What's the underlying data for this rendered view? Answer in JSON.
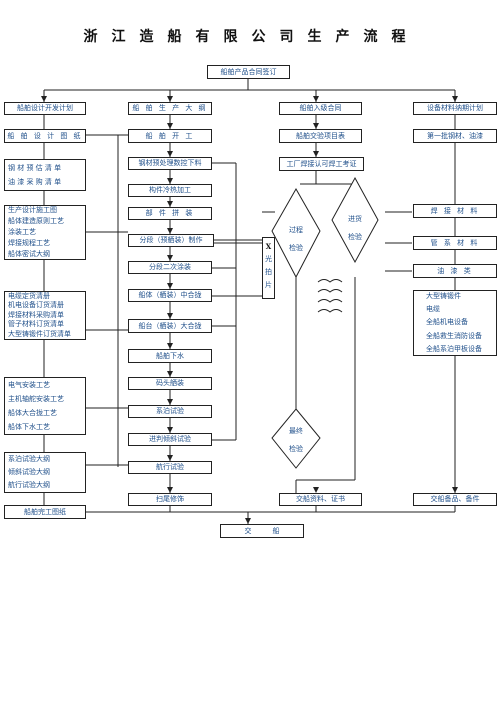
{
  "title": "浙江造船有限公司生产流程",
  "top": "船舶产品合同签订",
  "col1": {
    "a": "船舶设计开发计划",
    "b": "船 舶 设 计 图 纸",
    "c": [
      "钢 材 预 估 清 单",
      "油 漆 采 购 清 单"
    ],
    "d": [
      "生产设计施工图",
      "船体建造原则工艺",
      "涂装工艺",
      "焊接规程工艺",
      "船体密试大纲"
    ],
    "e": [
      "电缆定货清册",
      "机电设备订货清册",
      "焊接材料采购清单",
      "管子材料订货清单",
      "大型铸锻件订货清单"
    ],
    "f": [
      "电气安装工艺",
      "主机轴舵安装工艺",
      "船体大合拢工艺",
      "船体下水工艺"
    ],
    "g": [
      "系泊试验大纲",
      "倾斜试验大纲",
      "航行试验大纲"
    ],
    "h": "船舶完工图纸"
  },
  "col2": {
    "a": "船 舶 生 产 大 纲",
    "b": "船 舶 开 工",
    "c": "钢材预处理数控下料",
    "d": "构件冷热加工",
    "e": "部 件 拼 装",
    "f": "分段（预舾装）制作",
    "g": "分段二次涂装",
    "h": "船体（舾装）中合拢",
    "i": "船台（舾装）大合拢",
    "j": "船舶下水",
    "k": "码头舾装",
    "l": "系泊试验",
    "m": "进判倾斜试验",
    "n": "航行试验",
    "o": "扫尾修饰"
  },
  "xray": [
    "X",
    "光",
    "拍",
    "片"
  ],
  "col3": {
    "a": "船舶入级合同",
    "b": "船舶交验项目表",
    "c": "工厂焊接认可焊工考证",
    "process": [
      "过程",
      "检验"
    ],
    "incoming": [
      "进货",
      "检验"
    ],
    "final": [
      "最终",
      "检验"
    ],
    "d": "交船资料、证书"
  },
  "col4": {
    "a": "设备材料纳期计划",
    "b": "第一批钢材、油漆",
    "c": "焊 接 材 料",
    "d": "管 系 材 料",
    "e": "油 漆 类",
    "f": [
      "大型铸锻件",
      "电缆",
      "全船机电设备",
      "全船救生消防设备",
      "全船系泊甲板设备"
    ],
    "g": "交船备品、备件"
  },
  "bottom": "交　　　船"
}
